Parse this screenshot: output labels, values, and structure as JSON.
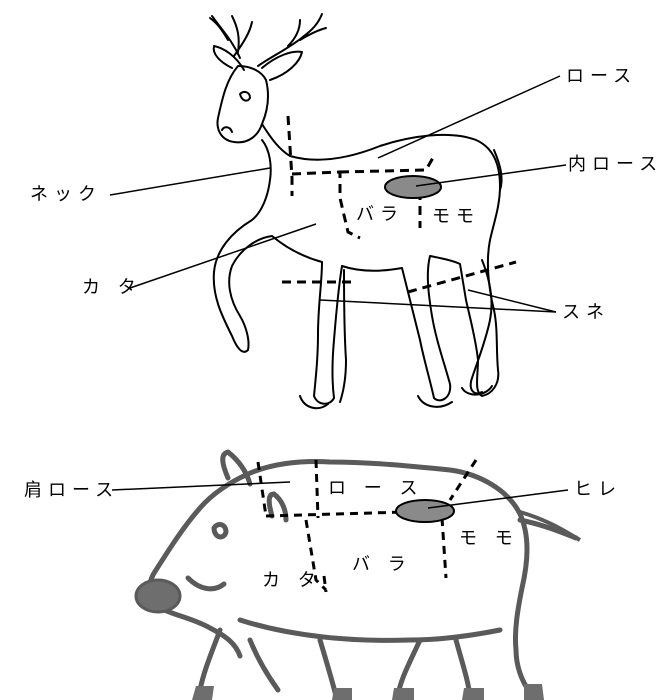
{
  "deer": {
    "loin": "ロース",
    "tenderloin": "内ロース",
    "neck": "ネック",
    "belly": "バラ",
    "thigh": "モモ",
    "shoulder": "カ タ",
    "shank": "スネ"
  },
  "boar": {
    "shoulder_loin": "肩ロース",
    "loin": "ロ ー ス",
    "fillet": "ヒレ",
    "thigh": "モ モ",
    "shoulder": "カ タ",
    "belly": "バ ラ"
  },
  "colors": {
    "line": "#000000",
    "meat_oval": "#8a8a8a",
    "boar_outline": "#5a5a5a",
    "hoof": "#6e6e6e"
  }
}
